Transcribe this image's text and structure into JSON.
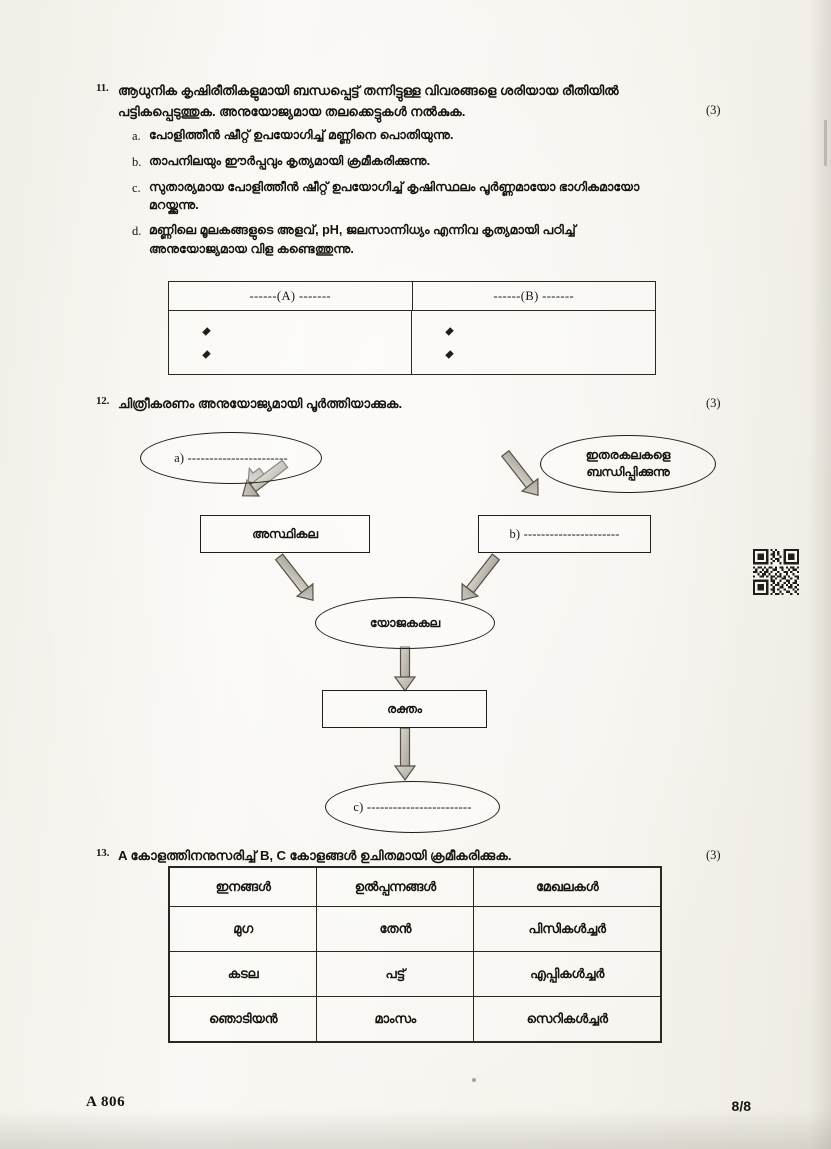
{
  "page": {
    "footer_code": "A 806",
    "page_number": "8/8",
    "qr_name": "qr-code"
  },
  "questions": [
    {
      "number": "11.",
      "text": "ആധുനിക കൃഷിരീതികളുമായി ബന്ധപ്പെട്ട് തന്നിട്ടുള്ള വിവരങ്ങളെ ശരിയായ രീതിയിൽ പട്ടികപ്പെടുത്തുക. അനുയോജ്യമായ തലക്കെട്ടുകൾ നൽകുക.",
      "marks": "(3)",
      "subitems": [
        {
          "letter": "a.",
          "text": "പോളിത്തീൻ ഷീറ്റ് ഉപയോഗിച്ച് മണ്ണിനെ പൊതിയുന്നു."
        },
        {
          "letter": "b.",
          "text": "താപനിലയും ഈർപ്പവും കൃത്യമായി ക്രമീകരിക്കുന്നു."
        },
        {
          "letter": "c.",
          "text": "സുതാര്യമായ പോളിത്തീൻ ഷീറ്റ് ഉപയോഗിച്ച് കൃഷിസ്ഥലം പൂർണ്ണമായോ ഭാഗികമായോ മറയ്ക്കുന്നു."
        },
        {
          "letter": "d.",
          "text": "മണ്ണിലെ മൂലകങ്ങളുടെ അളവ്, pH, ജലസാന്നിധ്യം എന്നിവ കൃത്യമായി പഠിച്ച് അനുയോജ്യമായ വിള കണ്ടെത്തുന്നു."
        }
      ]
    },
    {
      "number": "12.",
      "text": "ചിത്രീകരണം അനുയോജ്യമായി പൂർത്തിയാക്കുക.",
      "marks": "(3)"
    },
    {
      "number": "13.",
      "text": "A കോളത്തിനനുസരിച്ച് B, C കോളങ്ങൾ ഉചിതമായി ക്രമീകരിക്കുക.",
      "marks": "(3)"
    }
  ],
  "table_ab": {
    "headers": [
      "------(A)  -------",
      "------(B)  -------"
    ],
    "bullets_per_column": 2,
    "bullet_glyph": "diamond"
  },
  "flowchart": {
    "nodes": {
      "a_blank": "a) -----------------------",
      "bone_tissue": "അസ്ഥികല",
      "connects_other_tissues_line1": "ഇതരകലകളെ",
      "connects_other_tissues_line2": "ബന്ധിപ്പിക്കുന്നു",
      "b_blank": "b) ----------------------",
      "connective_tissue": "യോജകകല",
      "blood": "രക്തം",
      "c_blank": "c) ------------------------"
    }
  },
  "table_abc": {
    "headers": [
      "ഇനങ്ങൾ",
      "ഉൽപ്പന്നങ്ങൾ",
      "മേഖലകൾ"
    ],
    "rows": [
      [
        "മുഗ",
        "തേൻ",
        "പിസികൾച്ചർ"
      ],
      [
        "കടല",
        "പട്ട്",
        "എപ്പികൾച്ചർ"
      ],
      [
        "ഞൊടിയൻ",
        "മാംസം",
        "സെറികൾച്ചർ"
      ]
    ]
  }
}
